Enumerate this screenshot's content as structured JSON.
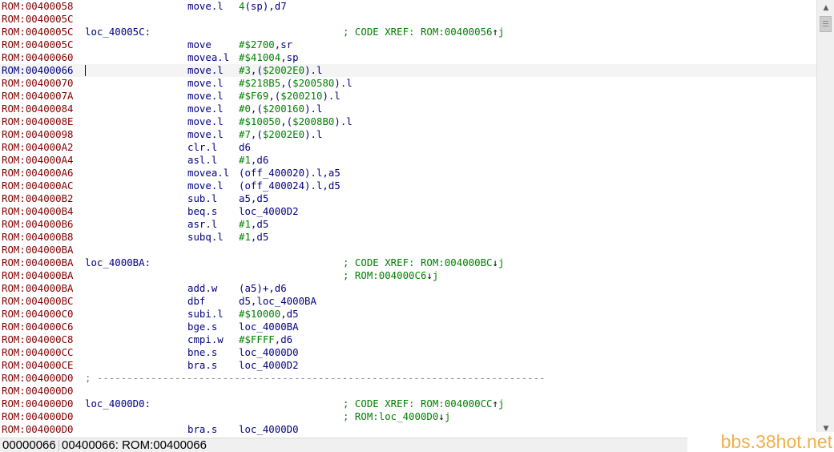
{
  "listing": {
    "selected_index": 5,
    "rows": [
      {
        "addr": "ROM:00400058",
        "label": "",
        "mnem": "move.l",
        "ops": [
          {
            "t": "4",
            "k": "num"
          },
          {
            "t": "(sp),d7"
          }
        ],
        "comment": ""
      },
      {
        "addr": "ROM:0040005C",
        "label": "",
        "mnem": "",
        "ops": [],
        "comment": ""
      },
      {
        "addr": "ROM:0040005C",
        "label": "loc_40005C:",
        "mnem": "",
        "ops": [],
        "comment": [
          {
            "t": "; CODE XREF: ROM:00400056"
          },
          {
            "t": "↑",
            "k": "arrow"
          },
          {
            "t": "j"
          }
        ]
      },
      {
        "addr": "ROM:0040005C",
        "label": "",
        "mnem": "move",
        "ops": [
          {
            "t": "#$2700",
            "k": "num"
          },
          {
            "t": ",sr"
          }
        ],
        "comment": ""
      },
      {
        "addr": "ROM:00400060",
        "label": "",
        "mnem": "movea.l",
        "ops": [
          {
            "t": "#$41004",
            "k": "num"
          },
          {
            "t": ",sp"
          }
        ],
        "comment": ""
      },
      {
        "addr": "ROM:00400066",
        "label": "",
        "mnem": "move.l",
        "ops": [
          {
            "t": "#3",
            "k": "num"
          },
          {
            "t": ",("
          },
          {
            "t": "$2002E0",
            "k": "num"
          },
          {
            "t": ").l"
          }
        ],
        "comment": ""
      },
      {
        "addr": "ROM:00400070",
        "label": "",
        "mnem": "move.l",
        "ops": [
          {
            "t": "#$218B5",
            "k": "num"
          },
          {
            "t": ",("
          },
          {
            "t": "$200580",
            "k": "num"
          },
          {
            "t": ").l"
          }
        ],
        "comment": ""
      },
      {
        "addr": "ROM:0040007A",
        "label": "",
        "mnem": "move.l",
        "ops": [
          {
            "t": "#$F69",
            "k": "num"
          },
          {
            "t": ",("
          },
          {
            "t": "$200210",
            "k": "num"
          },
          {
            "t": ").l"
          }
        ],
        "comment": ""
      },
      {
        "addr": "ROM:00400084",
        "label": "",
        "mnem": "move.l",
        "ops": [
          {
            "t": "#0",
            "k": "num"
          },
          {
            "t": ",("
          },
          {
            "t": "$200160",
            "k": "num"
          },
          {
            "t": ").l"
          }
        ],
        "comment": ""
      },
      {
        "addr": "ROM:0040008E",
        "label": "",
        "mnem": "move.l",
        "ops": [
          {
            "t": "#$10050",
            "k": "num"
          },
          {
            "t": ",("
          },
          {
            "t": "$2008B0",
            "k": "num"
          },
          {
            "t": ").l"
          }
        ],
        "comment": ""
      },
      {
        "addr": "ROM:00400098",
        "label": "",
        "mnem": "move.l",
        "ops": [
          {
            "t": "#7",
            "k": "num"
          },
          {
            "t": ",("
          },
          {
            "t": "$2002E0",
            "k": "num"
          },
          {
            "t": ").l"
          }
        ],
        "comment": ""
      },
      {
        "addr": "ROM:004000A2",
        "label": "",
        "mnem": "clr.l",
        "ops": [
          {
            "t": "d6"
          }
        ],
        "comment": ""
      },
      {
        "addr": "ROM:004000A4",
        "label": "",
        "mnem": "asl.l",
        "ops": [
          {
            "t": "#1",
            "k": "num"
          },
          {
            "t": ",d6"
          }
        ],
        "comment": ""
      },
      {
        "addr": "ROM:004000A6",
        "label": "",
        "mnem": "movea.l",
        "ops": [
          {
            "t": "(off_400020).l,a5"
          }
        ],
        "comment": ""
      },
      {
        "addr": "ROM:004000AC",
        "label": "",
        "mnem": "move.l",
        "ops": [
          {
            "t": "(off_400024).l,d5"
          }
        ],
        "comment": ""
      },
      {
        "addr": "ROM:004000B2",
        "label": "",
        "mnem": "sub.l",
        "ops": [
          {
            "t": "a5,d5"
          }
        ],
        "comment": ""
      },
      {
        "addr": "ROM:004000B4",
        "label": "",
        "mnem": "beq.s",
        "ops": [
          {
            "t": "loc_4000D2"
          }
        ],
        "comment": ""
      },
      {
        "addr": "ROM:004000B6",
        "label": "",
        "mnem": "asr.l",
        "ops": [
          {
            "t": "#1",
            "k": "num"
          },
          {
            "t": ",d5"
          }
        ],
        "comment": ""
      },
      {
        "addr": "ROM:004000B8",
        "label": "",
        "mnem": "subq.l",
        "ops": [
          {
            "t": "#1",
            "k": "num"
          },
          {
            "t": ",d5"
          }
        ],
        "comment": ""
      },
      {
        "addr": "ROM:004000BA",
        "label": "",
        "mnem": "",
        "ops": [],
        "comment": ""
      },
      {
        "addr": "ROM:004000BA",
        "label": "loc_4000BA:",
        "mnem": "",
        "ops": [],
        "comment": [
          {
            "t": "; CODE XREF: ROM:004000BC"
          },
          {
            "t": "↓",
            "k": "arrow"
          },
          {
            "t": "j"
          }
        ]
      },
      {
        "addr": "ROM:004000BA",
        "label": "",
        "mnem": "",
        "ops": [],
        "comment": [
          {
            "t": "; ROM:004000C6"
          },
          {
            "t": "↓",
            "k": "arrow"
          },
          {
            "t": "j"
          }
        ]
      },
      {
        "addr": "ROM:004000BA",
        "label": "",
        "mnem": "add.w",
        "ops": [
          {
            "t": "(a5)+,d6"
          }
        ],
        "comment": ""
      },
      {
        "addr": "ROM:004000BC",
        "label": "",
        "mnem": "dbf",
        "ops": [
          {
            "t": "d5,loc_4000BA"
          }
        ],
        "comment": ""
      },
      {
        "addr": "ROM:004000C0",
        "label": "",
        "mnem": "subi.l",
        "ops": [
          {
            "t": "#$10000",
            "k": "num"
          },
          {
            "t": ",d5"
          }
        ],
        "comment": ""
      },
      {
        "addr": "ROM:004000C6",
        "label": "",
        "mnem": "bge.s",
        "ops": [
          {
            "t": "loc_4000BA"
          }
        ],
        "comment": ""
      },
      {
        "addr": "ROM:004000C8",
        "label": "",
        "mnem": "cmpi.w",
        "ops": [
          {
            "t": "#$FFFF",
            "k": "num"
          },
          {
            "t": ",d6"
          }
        ],
        "comment": ""
      },
      {
        "addr": "ROM:004000CC",
        "label": "",
        "mnem": "bne.s",
        "ops": [
          {
            "t": "loc_4000D0"
          }
        ],
        "comment": ""
      },
      {
        "addr": "ROM:004000CE",
        "label": "",
        "mnem": "bra.s",
        "ops": [
          {
            "t": "loc_4000D2"
          }
        ],
        "comment": ""
      },
      {
        "addr": "ROM:004000D0",
        "separator": "; ---------------------------------------------------------------------------",
        "label": "",
        "mnem": "",
        "ops": [],
        "comment": ""
      },
      {
        "addr": "ROM:004000D0",
        "label": "",
        "mnem": "",
        "ops": [],
        "comment": ""
      },
      {
        "addr": "ROM:004000D0",
        "label": "loc_4000D0:",
        "mnem": "",
        "ops": [],
        "comment": [
          {
            "t": "; CODE XREF: ROM:004000CC"
          },
          {
            "t": "↑",
            "k": "arrow"
          },
          {
            "t": "j"
          }
        ]
      },
      {
        "addr": "ROM:004000D0",
        "label": "",
        "mnem": "",
        "ops": [],
        "comment": [
          {
            "t": "; ROM:loc_4000D0"
          },
          {
            "t": "↓",
            "k": "arrow"
          },
          {
            "t": "j"
          }
        ]
      },
      {
        "addr": "ROM:004000D0",
        "label": "",
        "mnem": "bra.s",
        "ops": [
          {
            "t": "loc_4000D0"
          }
        ],
        "comment": ""
      }
    ]
  },
  "scrollbar": {
    "up_icon": "▲",
    "down_icon": "▼"
  },
  "status": {
    "left": "00000066",
    "right": "00400066: ROM:00400066"
  },
  "watermark": {
    "text": "bbs.38hot.net",
    "color": "#f0b048"
  },
  "colors": {
    "address": "#800000",
    "code": "#000080",
    "number": "#008000",
    "comment": "#008000",
    "separator": "#808080"
  }
}
